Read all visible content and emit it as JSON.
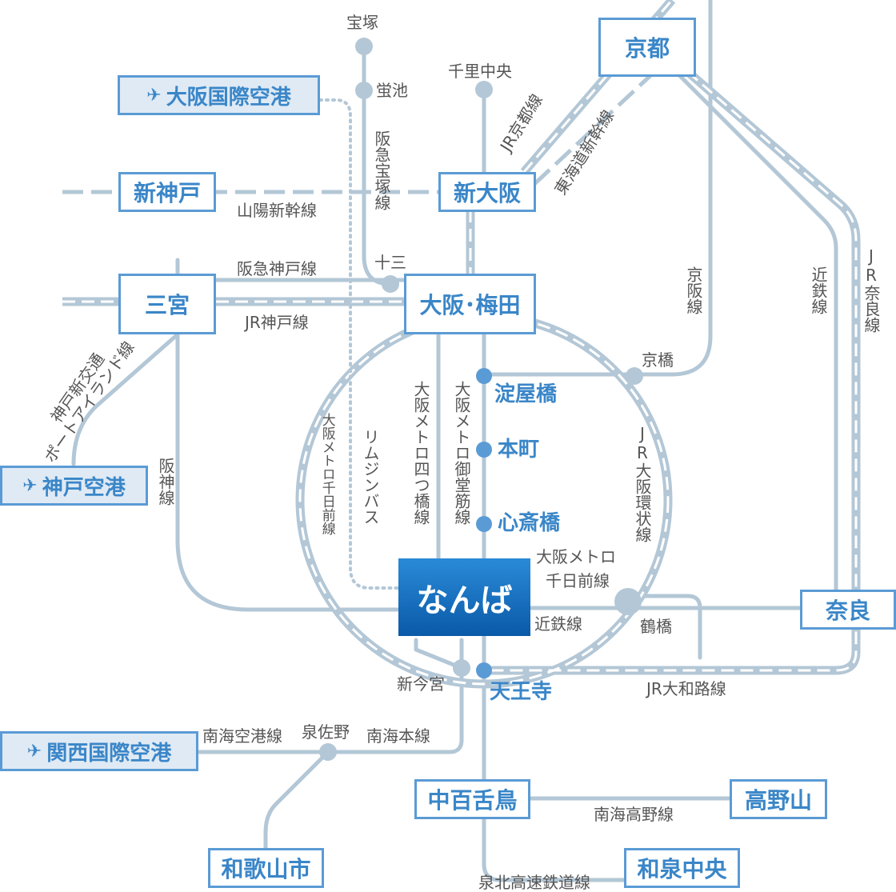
{
  "colors": {
    "line": "#b3c7d6",
    "accent": "#5b9bd5",
    "text": "#555555",
    "namba": "#1a72c2"
  },
  "hub": "なんば",
  "stations": {
    "kyoto": "京都",
    "shinkobe": "新神戸",
    "shinosaka": "新大阪",
    "sannomiya": "三宮",
    "umeda": "大阪･梅田",
    "nara": "奈良",
    "mozu": "中百舌鳥",
    "koyasan": "高野山",
    "wakayamashi": "和歌山市",
    "izumichuo": "和泉中央"
  },
  "airports": {
    "itami": "大阪国際空港",
    "kobe": "神戸空港",
    "kansai": "関西国際空港",
    "icon": "airplane-icon"
  },
  "metro_stations": {
    "yodoyabashi": "淀屋橋",
    "honmachi": "本町",
    "shinsaibashi": "心斎橋",
    "tennoji": "天王寺"
  },
  "minor_stations": {
    "takarazuka": "宝塚",
    "hotarugaike": "蛍池",
    "senrichuo": "千里中央",
    "juso": "十三",
    "kyobashi": "京橋",
    "tsuruhashi": "鶴橋",
    "shinimamiya": "新今宮",
    "izumisano": "泉佐野"
  },
  "lines": {
    "jr_kyoto": "JR京都線",
    "tokaido_shinkansen": "東海道新幹線",
    "sanyo_shinkansen": "山陽新幹線",
    "hankyu_takarazuka": "阪急宝塚線",
    "hankyu_kobe": "阪急神戸線",
    "jr_kobe": "JR神戸線",
    "keihan": "京阪線",
    "kintetsu": "近鉄線",
    "jr_nara": "JR奈良線",
    "kobe_shinkotsu": "神戸新交通",
    "port_island": "ポートアイランド線",
    "hanshin": "阪神線",
    "sennichimae_v": "大阪メトロ千日前線",
    "limousine": "リムジンバス",
    "yotsubashi": "大阪メトロ四つ橋線",
    "midosuji": "大阪メトロ御堂筋線",
    "loop": "JR大阪環状線",
    "sennichimae_1": "大阪メトロ",
    "sennichimae_2": "千日前線",
    "kintetsu_h": "近鉄線",
    "jr_yamatoji": "JR大和路線",
    "nankai_airport": "南海空港線",
    "nankai_main": "南海本線",
    "nankai_koya": "南海高野線",
    "semboku": "泉北高速鉄道線"
  }
}
